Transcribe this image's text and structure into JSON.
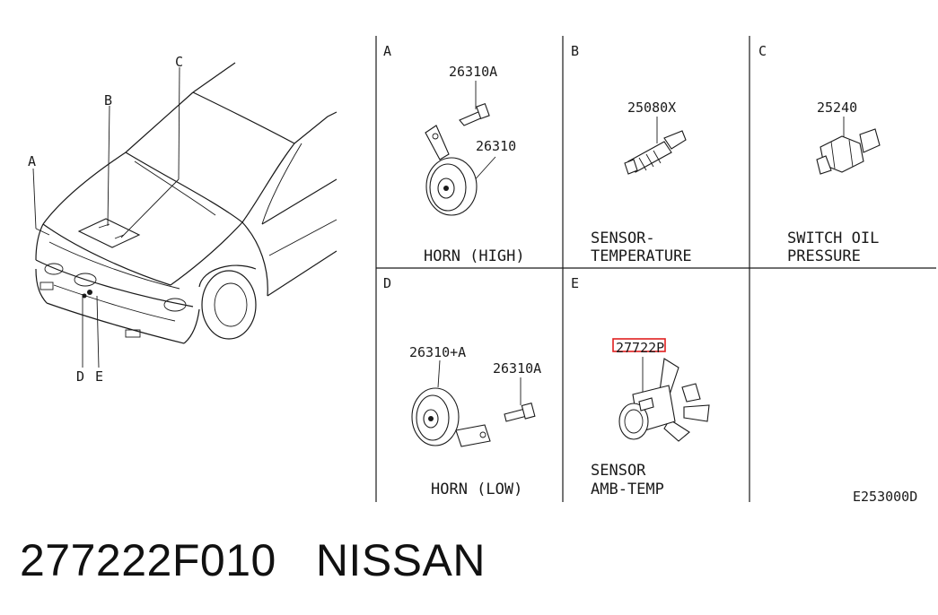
{
  "diagram": {
    "callouts": {
      "a": "A",
      "b": "B",
      "c": "C",
      "d": "D",
      "e": "E"
    },
    "panels": {
      "a": {
        "letter": "A",
        "part_bolt": "26310A",
        "part_horn": "26310",
        "caption": "HORN (HIGH)"
      },
      "b": {
        "letter": "B",
        "part": "25080X",
        "caption_1": "SENSOR-",
        "caption_2": "TEMPERATURE"
      },
      "c": {
        "letter": "C",
        "part": "25240",
        "caption_1": "SWITCH OIL",
        "caption_2": "PRESSURE"
      },
      "d": {
        "letter": "D",
        "part_horn": "26310+A",
        "part_bolt": "26310A",
        "caption": "HORN (LOW)"
      },
      "e": {
        "letter": "E",
        "part": "27722P",
        "caption_1": "SENSOR",
        "caption_2": "AMB-TEMP"
      }
    },
    "diagram_code": "E253000D",
    "highlight_color": "#e02020"
  },
  "caption": {
    "part_number": "277222F010",
    "brand": "NISSAN"
  }
}
